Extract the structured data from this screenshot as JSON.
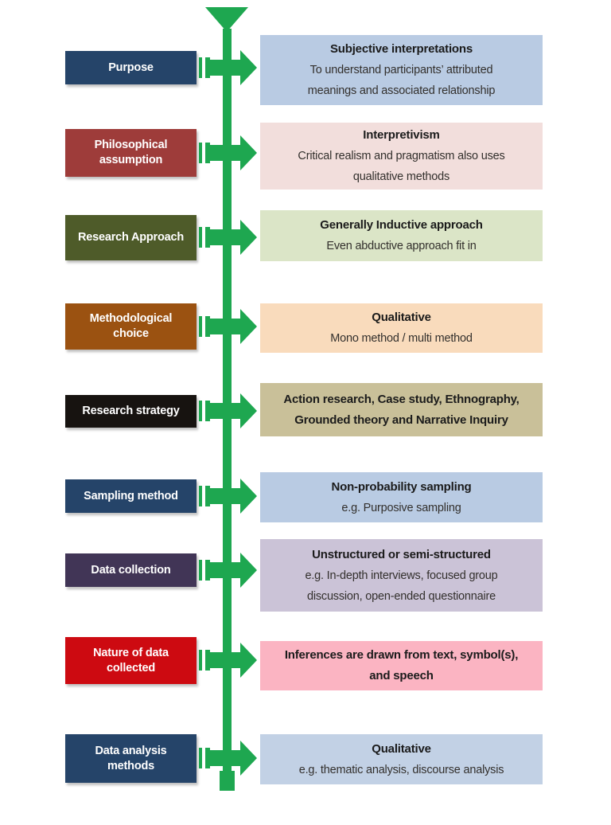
{
  "timeline": {
    "color": "#1EA750"
  },
  "rows": [
    {
      "label": "Purpose",
      "label_bg": "#254469",
      "panel_bg": "#B9CBE3",
      "title": "Subjective interpretations",
      "body": [
        "To understand participants’ attributed",
        "meanings and associated relationship"
      ]
    },
    {
      "label": "Philosophical assumption",
      "label_bg": "#9E3C3A",
      "panel_bg": "#F2DEDC",
      "title": "Interpretivism",
      "body": [
        "Critical realism and pragmatism also uses",
        "qualitative methods"
      ]
    },
    {
      "label": "Research Approach",
      "label_bg": "#4E5B29",
      "panel_bg": "#DBE5C7",
      "title": "Generally Inductive approach",
      "body": [
        "Even abductive approach fit in"
      ]
    },
    {
      "label": "Methodological choice",
      "label_bg": "#9B5211",
      "panel_bg": "#F9DBBC",
      "title": "Qualitative",
      "body": [
        "Mono method / multi method"
      ]
    },
    {
      "label": "Research strategy",
      "label_bg": "#171310",
      "panel_bg": "#C9C099",
      "title": [
        "Action research, Case study, Ethnography,",
        "Grounded theory and Narrative Inquiry"
      ],
      "body": []
    },
    {
      "label": "Sampling method",
      "label_bg": "#254469",
      "panel_bg": "#B9CBE3",
      "title": "Non-probability sampling",
      "body": [
        "e.g. Purposive sampling"
      ]
    },
    {
      "label": "Data collection",
      "label_bg": "#413556",
      "panel_bg": "#CBC3D7",
      "title": "Unstructured or semi-structured",
      "body": [
        "e.g. In-depth interviews, focused group",
        "discussion, open-ended questionnaire"
      ]
    },
    {
      "label": "Nature of data collected",
      "label_bg": "#CD0A11",
      "panel_bg": "#FBB4C2",
      "title": [
        "Inferences are drawn from text, symbol(s),",
        "and speech"
      ],
      "body": []
    },
    {
      "label": "Data analysis methods",
      "label_bg": "#254469",
      "panel_bg": "#C2D1E5",
      "title": "Qualitative",
      "body": [
        "e.g. thematic analysis, discourse analysis"
      ]
    }
  ]
}
